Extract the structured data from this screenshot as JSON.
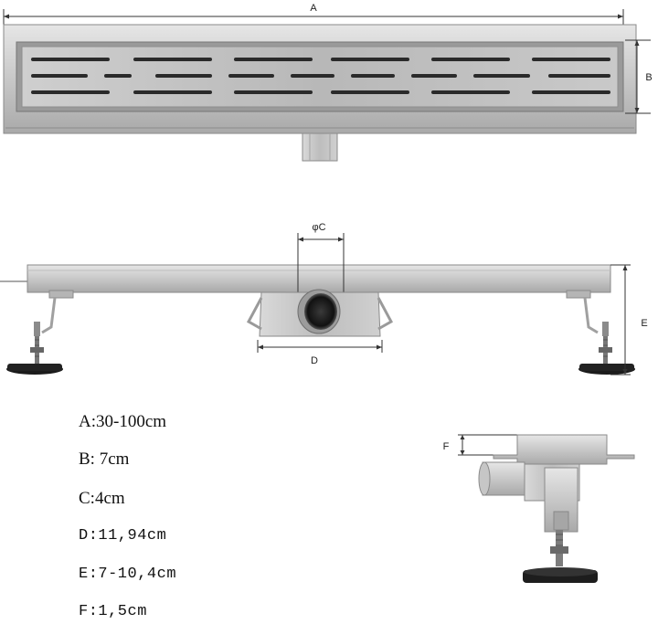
{
  "dimension_labels": {
    "a": "A",
    "b": "B",
    "c": "φC",
    "d": "D",
    "e": "E",
    "f": "F"
  },
  "specs": [
    {
      "text": "A:30-100cm"
    },
    {
      "text": "B: 7cm"
    },
    {
      "text": "C:4cm"
    },
    {
      "text": "D:11,94cm"
    },
    {
      "text": "E:7-10,4cm"
    },
    {
      "text": "F:1,5cm"
    }
  ],
  "grate": {
    "slot_rows": 3
  }
}
